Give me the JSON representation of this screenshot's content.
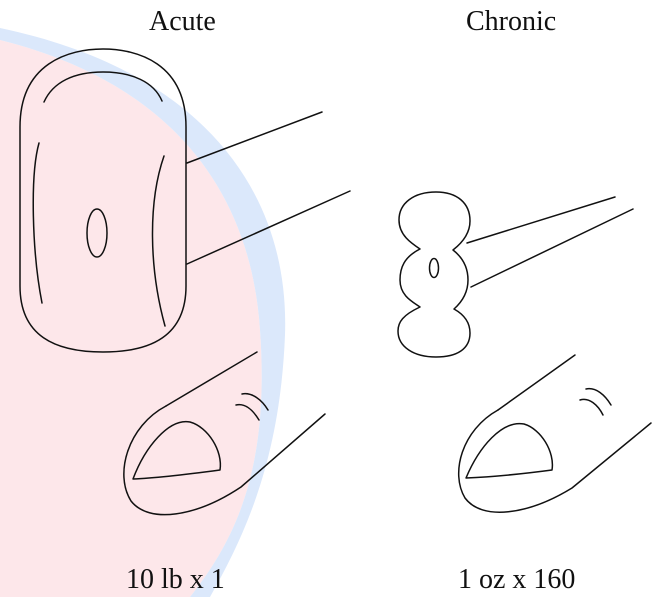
{
  "labels": {
    "acute_title": "Acute",
    "chronic_title": "Chronic",
    "acute_caption": "10 lb  x  1",
    "chronic_caption": "1 oz  x 160"
  },
  "illustrations": {
    "acute": {
      "tool": "hammer-icon",
      "target": "finger-icon"
    },
    "chronic": {
      "tool": "hammer-icon",
      "target": "finger-icon"
    }
  },
  "colors": {
    "line": "#111111",
    "background": "#ffffff",
    "red_arc": "#fde7ea",
    "blue_arc": "#dbe8fb"
  }
}
